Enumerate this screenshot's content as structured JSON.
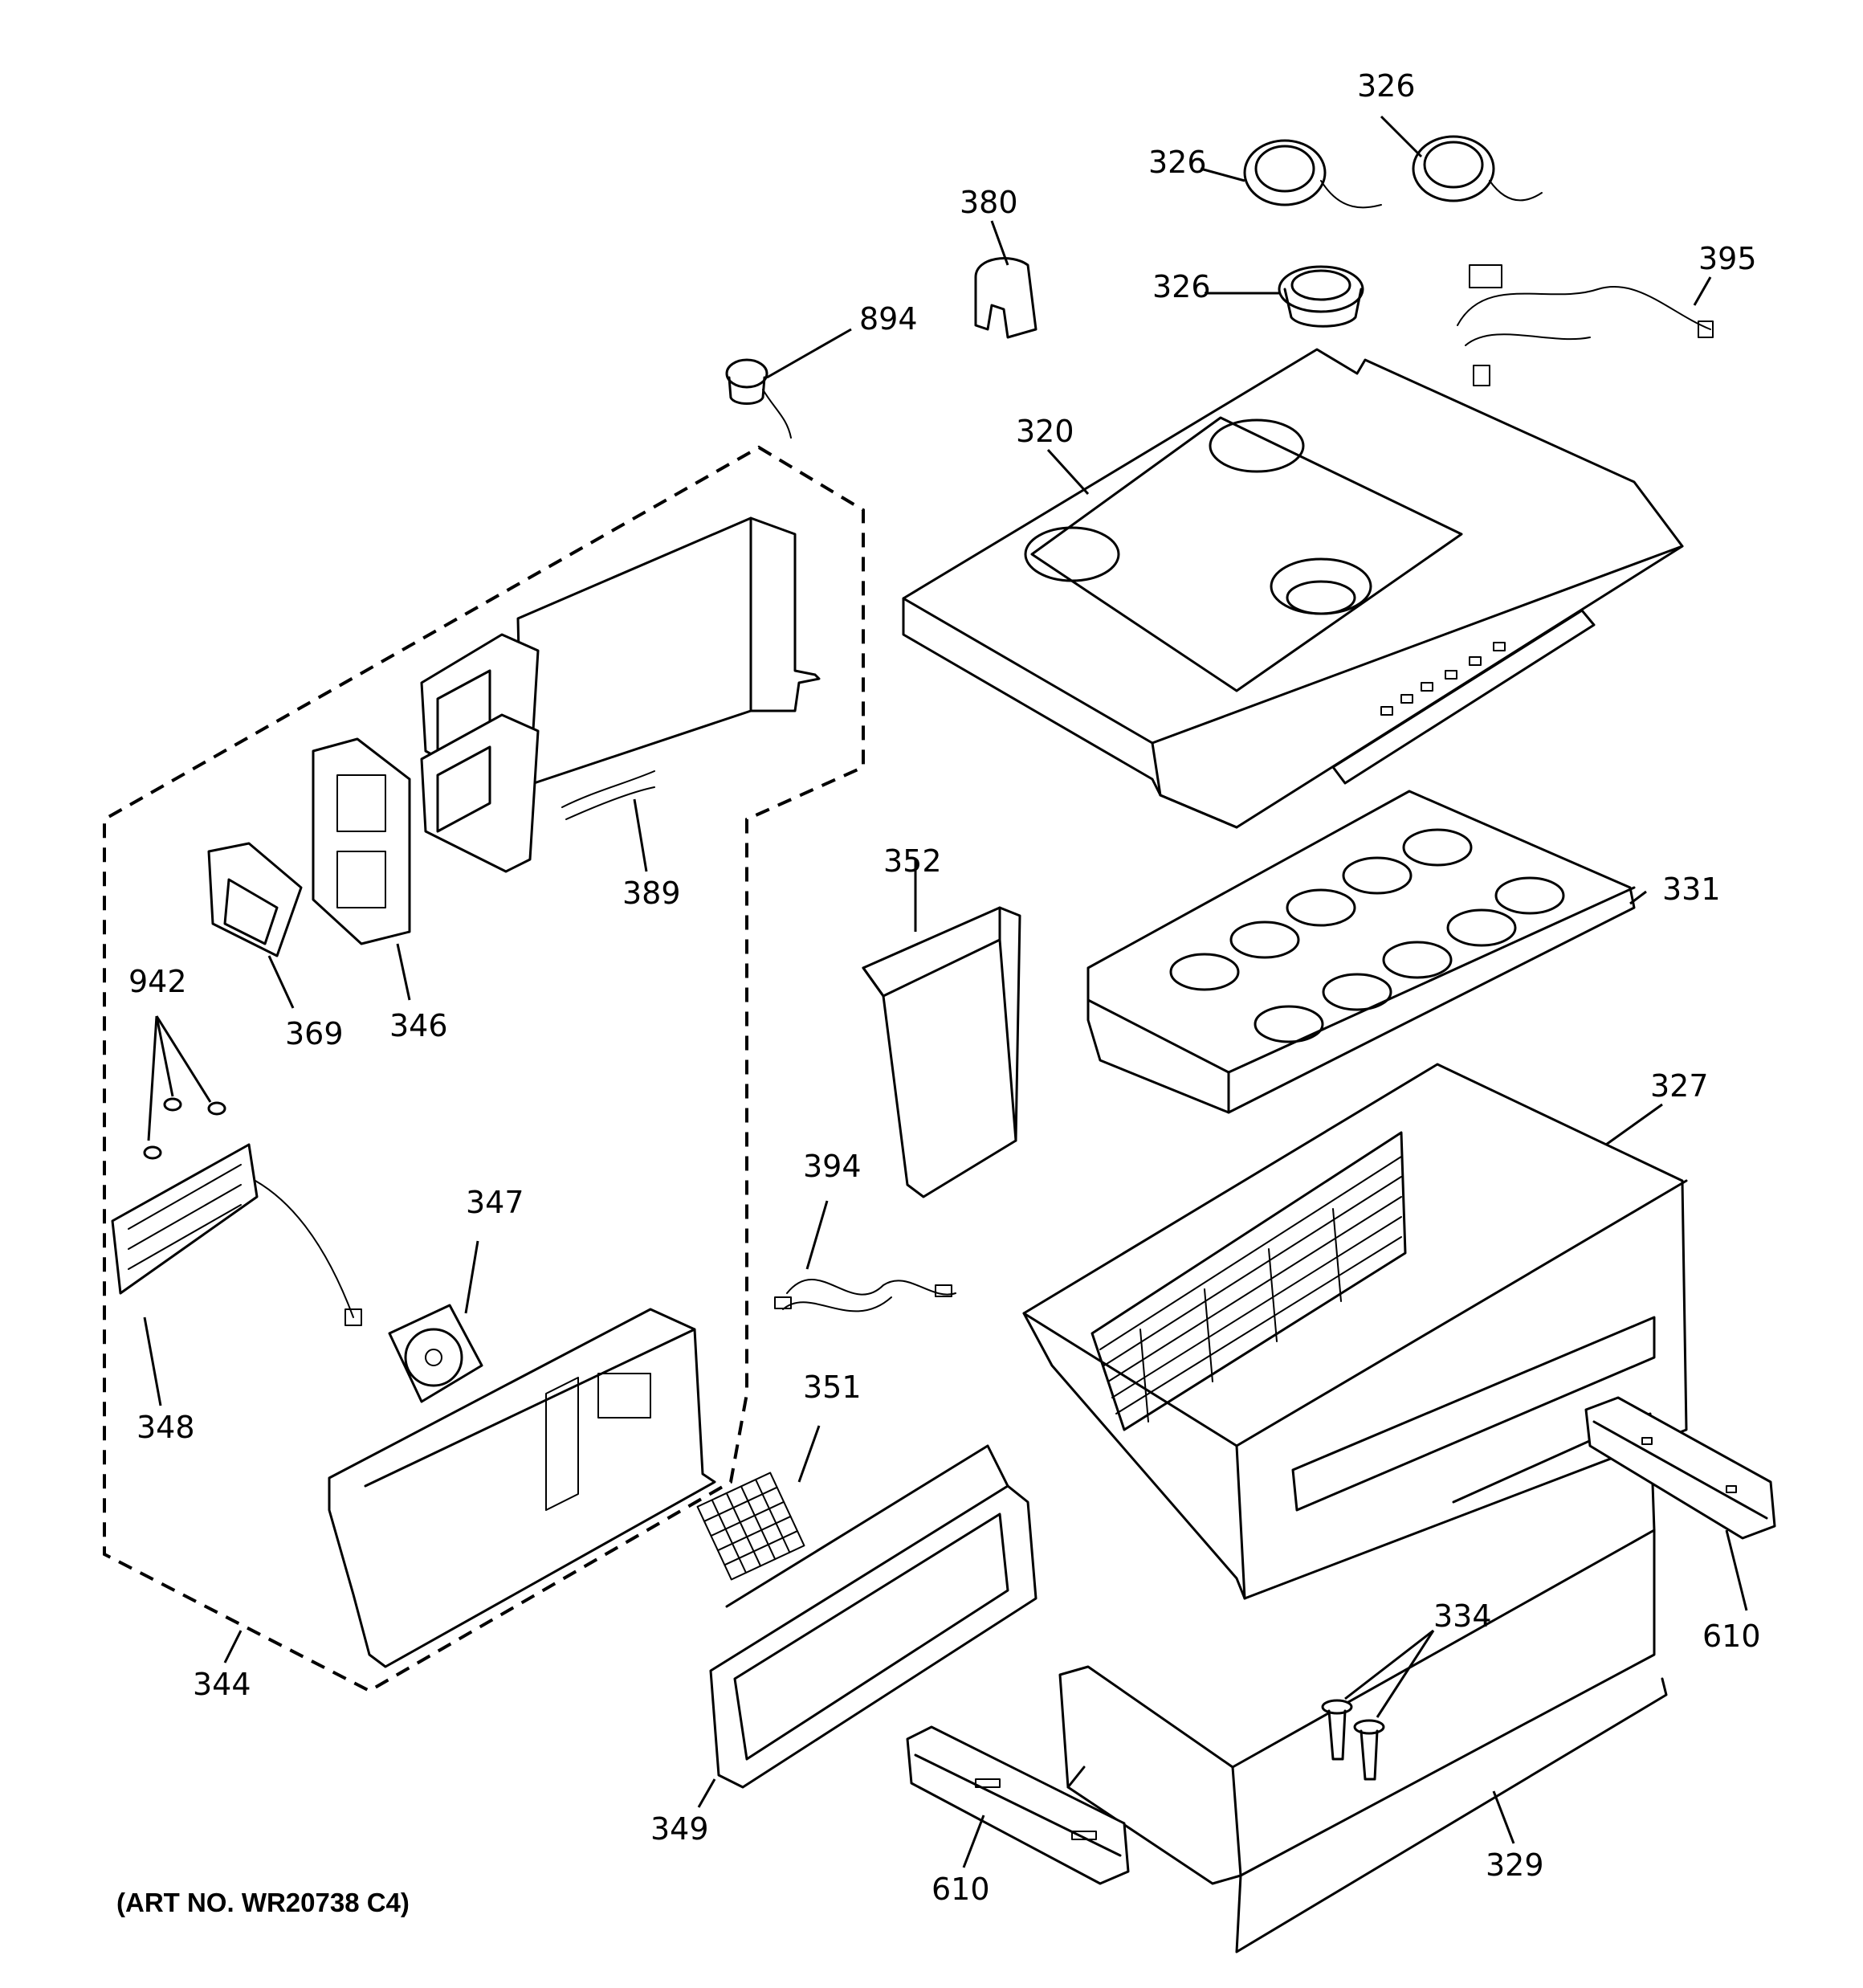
{
  "diagram": {
    "art_number": "(ART NO. WR20738 C4)",
    "callouts": {
      "c326a": "326",
      "c326b": "326",
      "c326c": "326",
      "c380": "380",
      "c395": "395",
      "c894": "894",
      "c320": "320",
      "c352": "352",
      "c331": "331",
      "c389": "389",
      "c942": "942",
      "c369": "369",
      "c346": "346",
      "c327": "327",
      "c394": "394",
      "c347": "347",
      "c348": "348",
      "c351": "351",
      "c610a": "610",
      "c334": "334",
      "c344": "344",
      "c349": "349",
      "c329": "329",
      "c610b": "610"
    }
  }
}
